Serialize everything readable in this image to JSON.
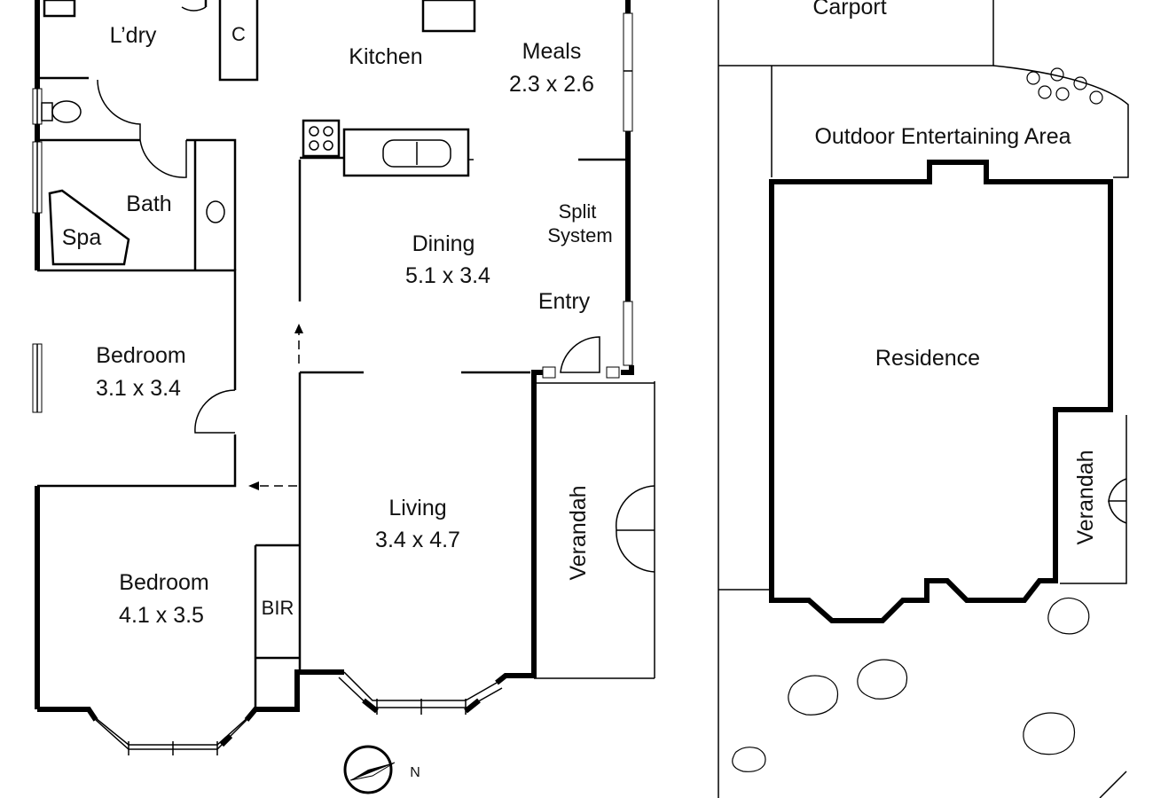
{
  "rooms": {
    "laundry": {
      "label": "L’dry"
    },
    "cupboard": {
      "label": "C"
    },
    "kitchen": {
      "label": "Kitchen"
    },
    "meals": {
      "label": "Meals",
      "size": "2.3 x 2.6"
    },
    "bath": {
      "label": "Bath"
    },
    "spa": {
      "label": "Spa"
    },
    "dining": {
      "label": "Dining",
      "size": "5.1 x 3.4"
    },
    "split_system": {
      "line1": "Split",
      "line2": "System"
    },
    "entry": {
      "label": "Entry"
    },
    "bedroom1": {
      "label": "Bedroom",
      "size": "3.1 x 3.4"
    },
    "living": {
      "label": "Living",
      "size": "3.4 x 4.7"
    },
    "verandah": {
      "label": "Verandah"
    },
    "bedroom2": {
      "label": "Bedroom",
      "size": "4.1 x 3.5"
    },
    "bir": {
      "label": "BIR"
    }
  },
  "site": {
    "carport": {
      "label": "Carport"
    },
    "outdoor": {
      "label": "Outdoor Entertaining Area"
    },
    "residence": {
      "label": "Residence"
    },
    "verandah": {
      "label": "Verandah"
    }
  },
  "compass": {
    "label": "N"
  }
}
